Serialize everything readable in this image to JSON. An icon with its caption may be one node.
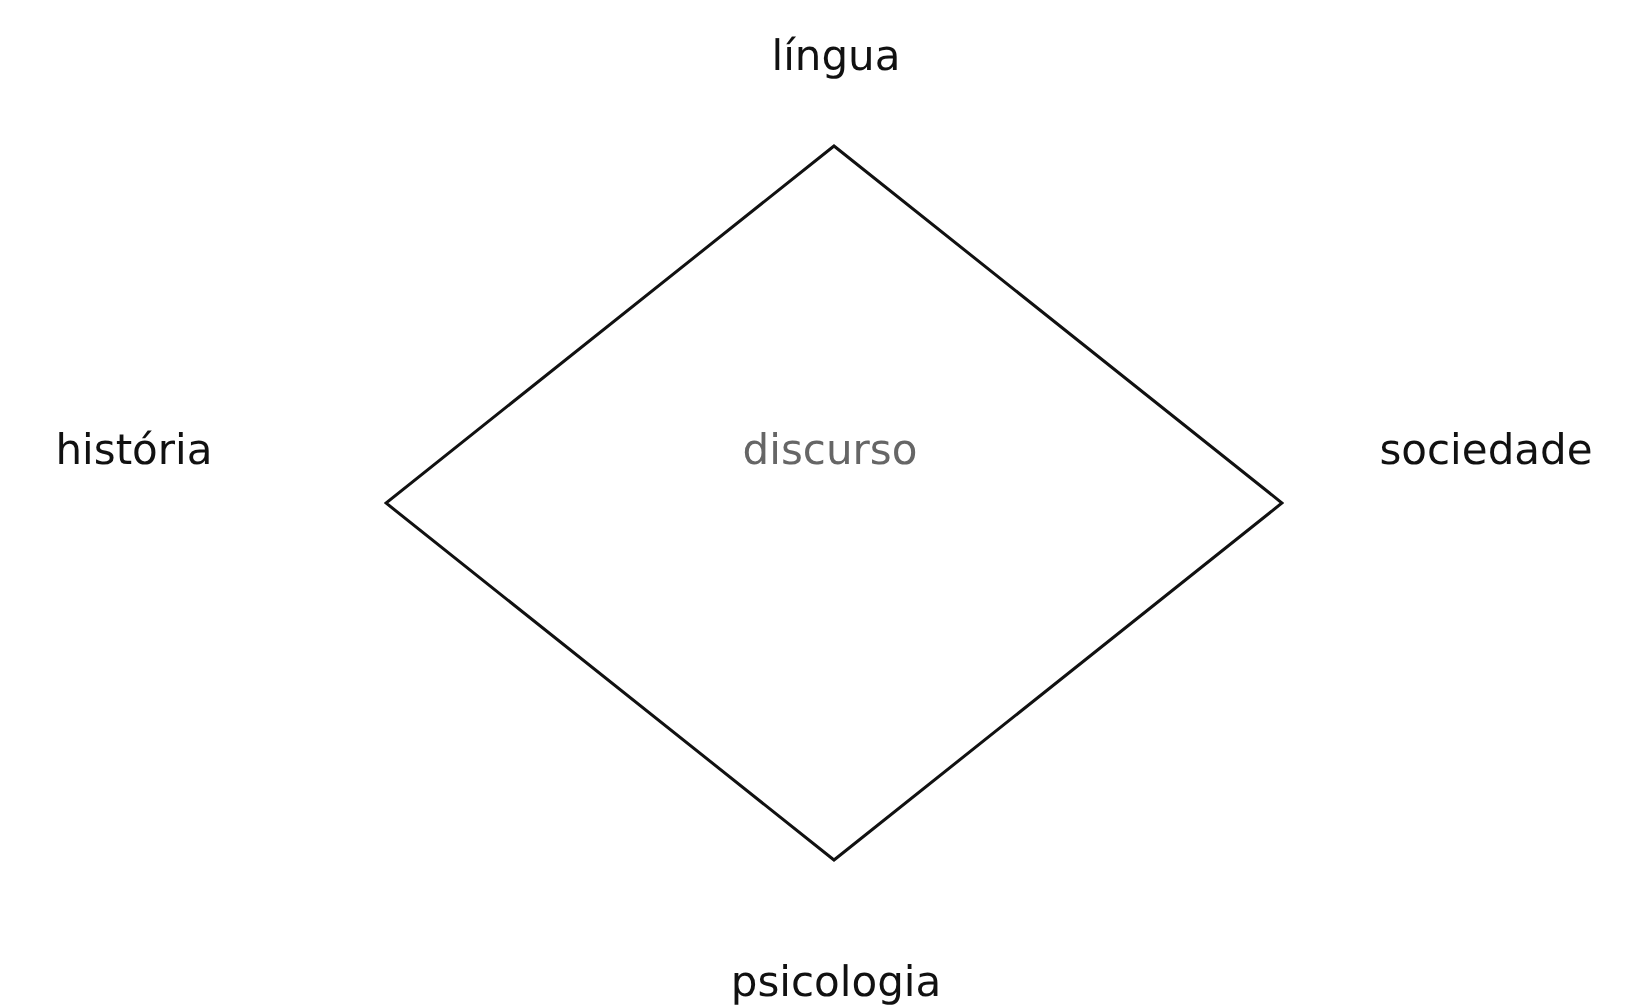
{
  "diagram": {
    "nodes": [
      {
        "text": [
          "discurso"
        ]
      }
    ],
    "labels": [
      "língua",
      "história",
      "sociedade",
      "psicologia"
    ]
  }
}
